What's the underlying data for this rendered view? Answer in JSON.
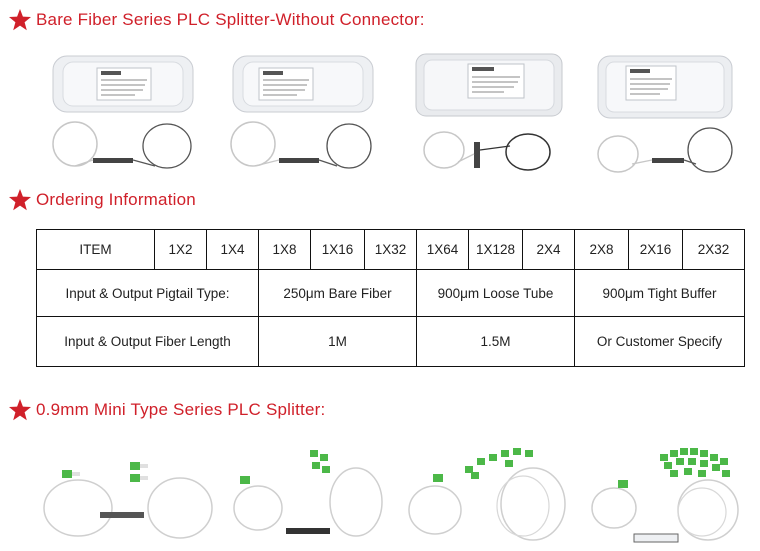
{
  "sections": {
    "bare_fiber_title": "Bare Fiber Series PLC Splitter-Without Connector:",
    "ordering_title": "Ordering Information",
    "mini_title": "0.9mm Mini Type Series PLC Splitter:"
  },
  "colors": {
    "accent": "#d0202a",
    "text": "#222222",
    "border": "#111111"
  },
  "table": {
    "row1": [
      "ITEM",
      "1X2",
      "1X4",
      "1X8",
      "1X16",
      "1X32",
      "1X64",
      "1X128",
      "2X4",
      "2X8",
      "2X16",
      "2X32"
    ],
    "row2": {
      "label": "Input & Output Pigtail Type:",
      "g1": "250μm Bare Fiber",
      "g2": "900μm Loose Tube",
      "g3": "900μm Tight Buffer"
    },
    "row3": {
      "label": "Input & Output Fiber Length",
      "g1": "1M",
      "g2": "1.5M",
      "g3": "Or Customer Specify"
    }
  },
  "icons": {
    "section_marker": "star-icon"
  }
}
